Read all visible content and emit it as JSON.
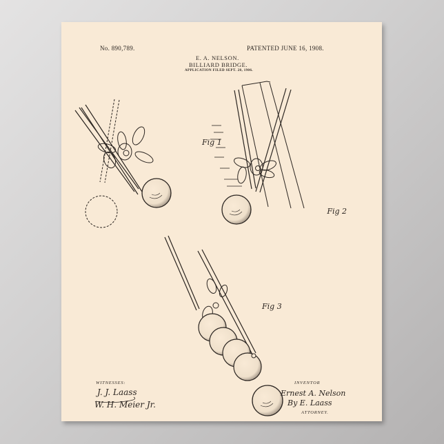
{
  "poster": {
    "paper_color": "#f9ead6",
    "ink_color": "#2b2521",
    "header": {
      "patent_number": "No. 890,789.",
      "patent_date": "PATENTED JUNE 16, 1908.",
      "inventor_name": "E. A. NELSON.",
      "title": "BILLIARD BRIDGE.",
      "application": "APPLICATION FILED SEPT. 28, 1906."
    },
    "figures": [
      {
        "label": "Fig 1"
      },
      {
        "label": "Fig 2"
      },
      {
        "label": "Fig 3"
      }
    ],
    "footer": {
      "witnesses_label": "WITNESSES:",
      "witness_1": "J. J. Laass",
      "witness_2": "W. H. Meier Jr.",
      "inventor_label": "INVENTOR",
      "inventor_signature": "Ernest A. Nelson",
      "by_attorney": "By E. Laass",
      "attorney_label": "ATTORNEY."
    }
  }
}
